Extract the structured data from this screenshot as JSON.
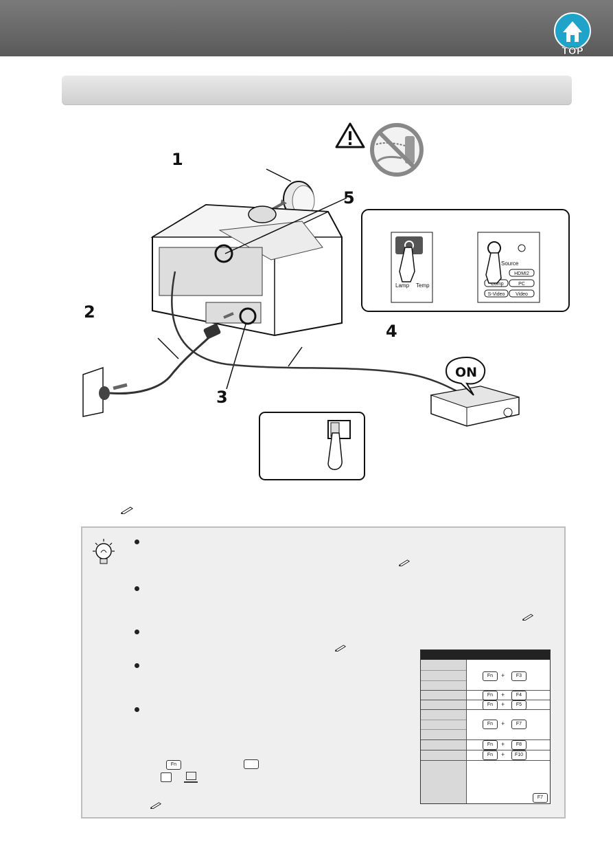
{
  "header": {
    "top_button_label": "TOP"
  },
  "illustration": {
    "steps": [
      "1",
      "2",
      "3",
      "4",
      "5"
    ],
    "on_label": "ON",
    "panel_labels": {
      "lamp": "Lamp",
      "temp": "Temp"
    },
    "remote_buttons": [
      "Source",
      "HDMI2",
      "Comp",
      "PC",
      "S-Video",
      "Video"
    ]
  },
  "key_table": {
    "keys": {
      "fn": "Fn",
      "f3": "F3",
      "f4": "F4",
      "f5": "F5",
      "f7": "F7",
      "f8": "F8",
      "f10": "F10",
      "plus": "+"
    }
  },
  "colors": {
    "header_bg": "#6a6a6a",
    "top_badge": "#1fa3c9",
    "tip_bg": "#efefef"
  }
}
